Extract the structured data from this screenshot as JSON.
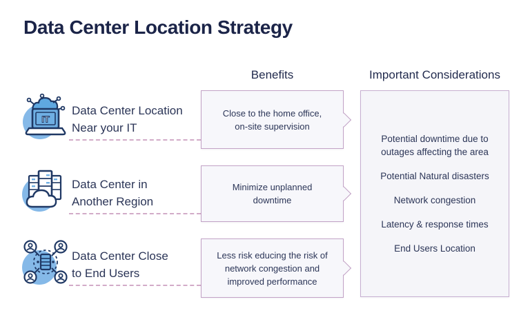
{
  "title": "Data Center Location Strategy",
  "columns": {
    "benefits": "Benefits",
    "considerations": "Important Considerations"
  },
  "rows": [
    {
      "icon": "it-laptop-icon",
      "label": "Data Center Location\nNear your IT",
      "benefit": "Close to the home office,\non-site supervision"
    },
    {
      "icon": "servers-cloud-icon",
      "label": "Data Center in\nAnother Region",
      "benefit": "Minimize unplanned\ndowntime"
    },
    {
      "icon": "server-users-icon",
      "label": "Data Center Close\nto End Users",
      "benefit": "Less risk educing the risk of\nnetwork congestion and\nimproved performance"
    }
  ],
  "considerations": {
    "items": [
      "Potential downtime due to outages affecting the area",
      "Potential Natural disasters",
      "Network congestion",
      "Latency & response times",
      "End Users Location"
    ]
  },
  "colors": {
    "title_navy": "#1b2448",
    "body_navy": "#2b3557",
    "icon_outline": "#1f3864",
    "icon_blue": "#7db4e6",
    "box_border_mauve": "#c2a2c6",
    "box_fill": "#f7f7fb",
    "dash_pink": "#d2abc8",
    "background": "#ffffff"
  }
}
